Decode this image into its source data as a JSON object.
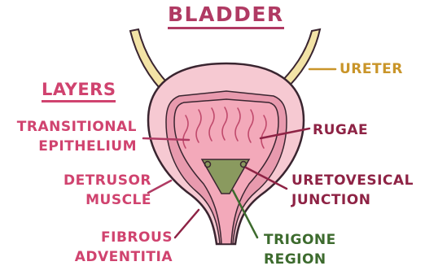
{
  "title": "BLADDER",
  "layers_heading": "LAYERS",
  "labels": {
    "transitional_epithelium": [
      "TRANSITIONAL",
      "EPITHELIUM"
    ],
    "detrusor_muscle": [
      "DETRUSOR",
      "MUSCLE"
    ],
    "fibrous_adventitia": [
      "FIBROUS",
      "ADVENTITIA"
    ],
    "ureter": "URETER",
    "rugae": "RUGAE",
    "uretovesical_junction": [
      "URETOVESICAL",
      "JUNCTION"
    ],
    "trigone_region": [
      "TRIGONE",
      "REGION"
    ]
  },
  "colors": {
    "title": "#b03a63",
    "layer_label": "#d0436f",
    "ureter_label": "#c9952a",
    "dark_label": "#8e2345",
    "trigone_label": "#3d6b2e",
    "outer_wall": "#f6c9d2",
    "muscle_layer": "#e89aae",
    "lumen": "#f3a9ba",
    "ureter": "#f3e3a6",
    "trigone": "#8a9a5f",
    "outline": "#3a2530"
  }
}
